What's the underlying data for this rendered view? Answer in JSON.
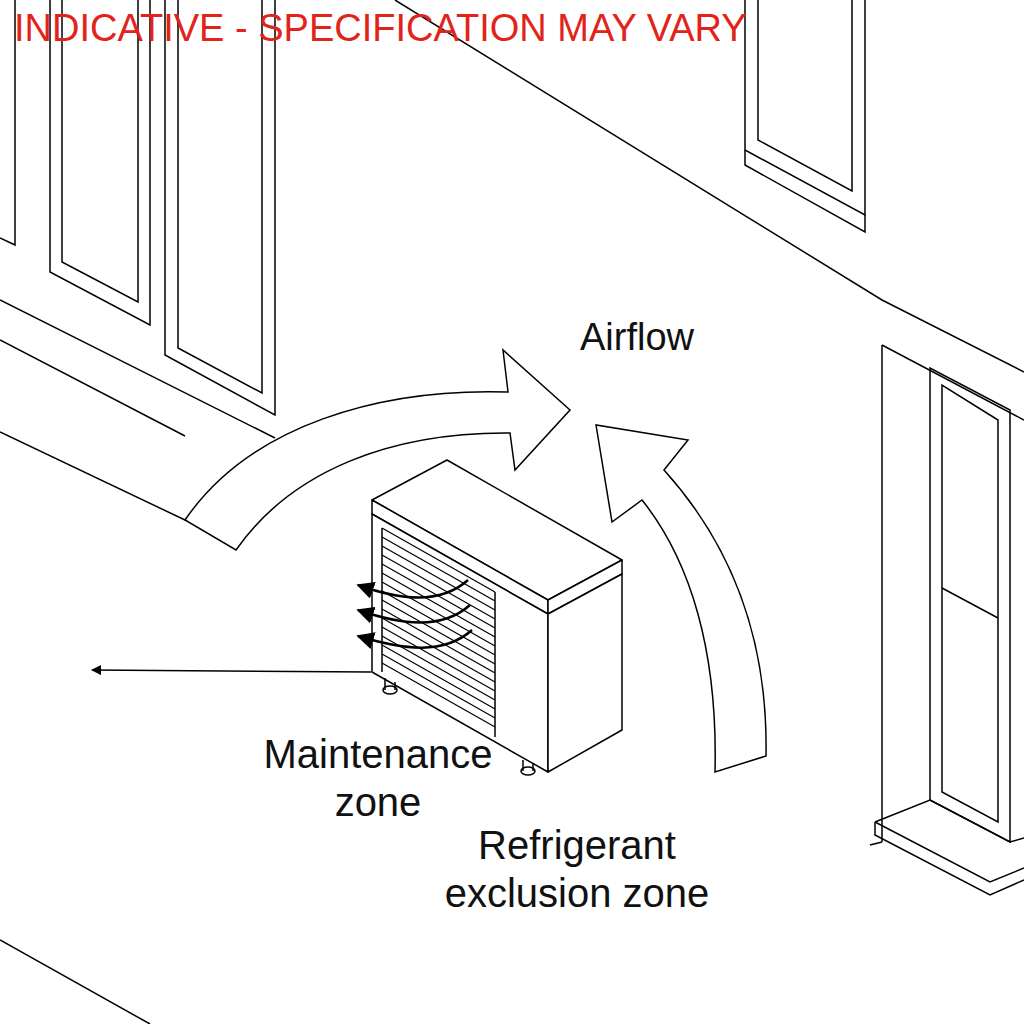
{
  "diagram": {
    "nodes": [
      {
        "text": [
          "Refrigerant exclusion zone"
        ]
      },
      {
        "text": [
          "Maintenance zone"
        ],
        "in": 0
      }
    ],
    "labels": [
      "INDICATIVE - SPECIFICATION MAY VARY",
      "Airflow"
    ]
  }
}
